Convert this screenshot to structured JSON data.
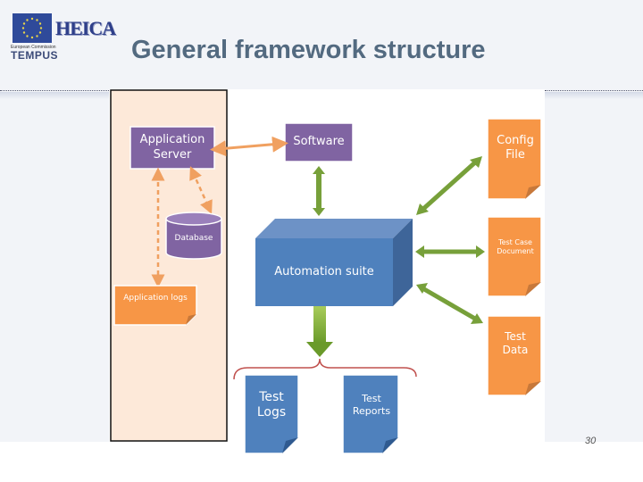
{
  "header": {
    "logo_heica": "HEICA",
    "logo_ec_text": "European Commission",
    "logo_tempus": "TEMPUS",
    "title": "General framework structure"
  },
  "diagram": {
    "nodes": {
      "app_server": "Application Server",
      "software": "Software",
      "database": "Database",
      "app_logs": "Application logs",
      "automation_suite": "Automation suite",
      "config_file": "Config File",
      "test_case_doc": "Test Case Document",
      "test_data": "Test Data",
      "test_logs": "Test Logs",
      "test_reports": "Test Reports"
    },
    "colors": {
      "purple": "#8064a2",
      "orange": "#f79646",
      "blue": "#4f81bd",
      "green_arrow": "#77a03a",
      "orange_arrow": "#f0a060",
      "app_zone_fill": "#fde9d9",
      "brace": "#c0504d"
    }
  },
  "footer": {
    "page_number": "30"
  }
}
